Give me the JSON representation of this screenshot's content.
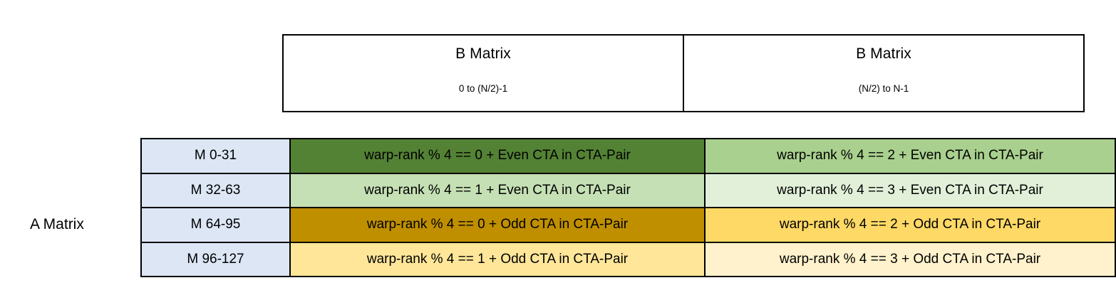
{
  "diagram": {
    "row_axis_label": "A Matrix",
    "column_headers": [
      {
        "title": "B Matrix",
        "range": "0 to (N/2)-1"
      },
      {
        "title": "B Matrix",
        "range": "(N/2) to N-1"
      }
    ],
    "row_labels": [
      "M 0-31",
      "M 32-63",
      "M 64-95",
      "M 96-127"
    ],
    "cells": [
      [
        "warp-rank % 4 == 0  + Even CTA in CTA-Pair",
        "warp-rank % 4 == 2  + Even CTA in CTA-Pair"
      ],
      [
        "warp-rank % 4 == 1  + Even CTA in CTA-Pair",
        "warp-rank % 4 == 3  + Even CTA in CTA-Pair"
      ],
      [
        "warp-rank % 4 == 0  + Odd CTA in CTA-Pair",
        "warp-rank % 4 == 2  + Odd CTA in CTA-Pair"
      ],
      [
        "warp-rank % 4 == 1  + Odd CTA in CTA-Pair",
        "warp-rank % 4 == 3  + Odd CTA in CTA-Pair"
      ]
    ],
    "colors": {
      "row_label_fill": "#DCE6F5",
      "header_fill": "#FFFFFF",
      "border": "#000000",
      "cell_fills": [
        [
          "#548235",
          "#A9D08E"
        ],
        [
          "#C5E0B4",
          "#E2F0D9"
        ],
        [
          "#BF8F00",
          "#FFD966"
        ],
        [
          "#FFE699",
          "#FFF2CC"
        ]
      ]
    }
  }
}
